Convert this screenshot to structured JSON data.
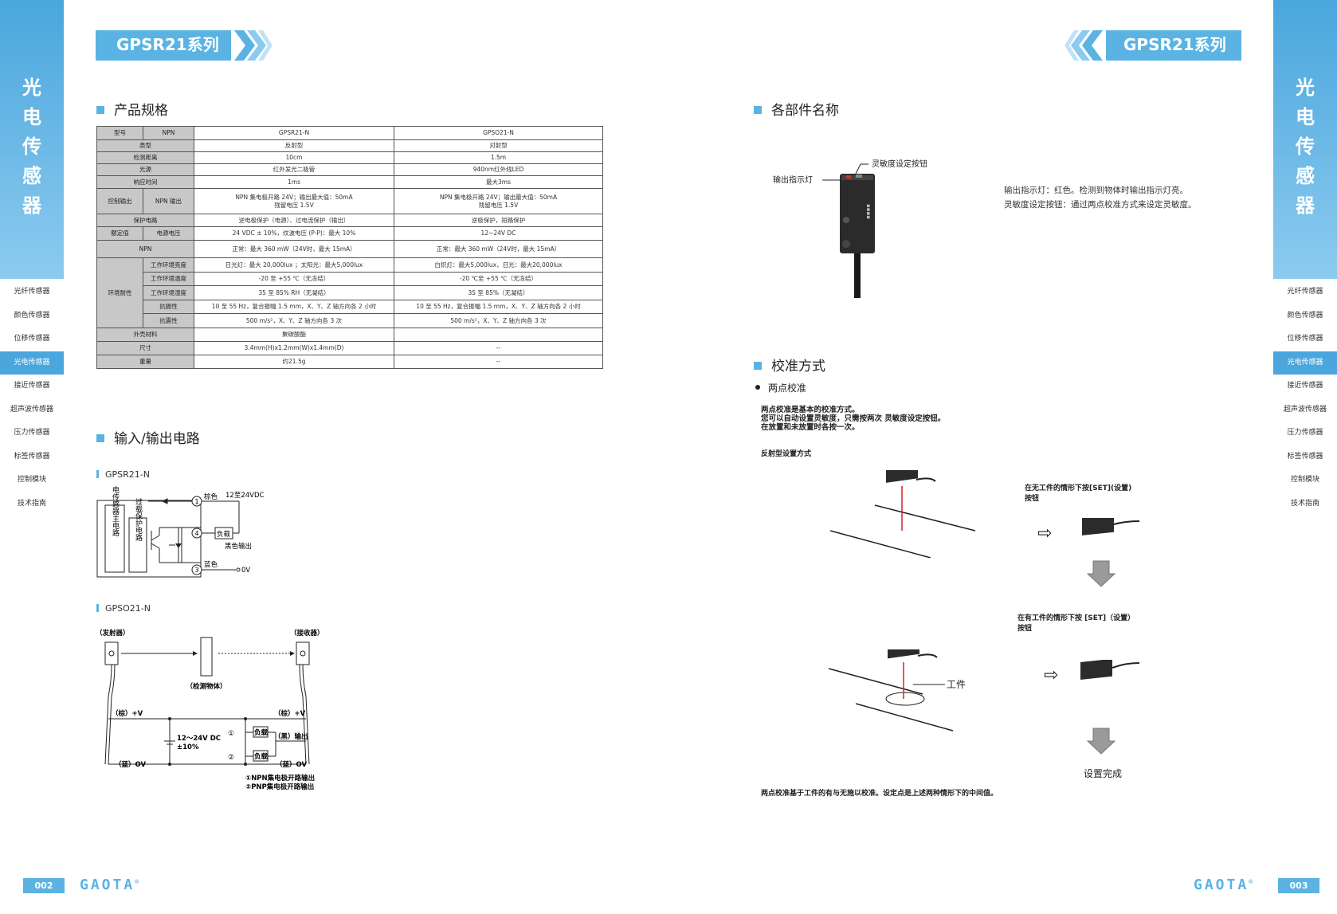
{
  "series_title": "GPSR21系列",
  "sidebar": {
    "title_chars": [
      "光",
      "电",
      "传",
      "感",
      "器"
    ],
    "items": [
      "光纤传感器",
      "颜色传感器",
      "位移传感器",
      "光电传感器",
      "接近传感器",
      "超声波传感器",
      "压力传感器",
      "标签传感器",
      "控制模块",
      "技术指南"
    ],
    "active_index": 3
  },
  "footer": {
    "page_left": "002",
    "page_right": "003",
    "brand": "GAOTA",
    "registered": "®"
  },
  "left": {
    "spec_heading": "产品规格",
    "spec_table": {
      "model_label": "型号",
      "npn_label": "NPN",
      "model_1": "GPSR21-N",
      "model_2": "GPSO21-N",
      "rows": [
        {
          "label": "类型",
          "v1": "反射型",
          "v2": "对射型"
        },
        {
          "label": "检测距离",
          "v1": "10cm",
          "v2": "1.5m"
        },
        {
          "label": "光源",
          "v1": "红外发光二极管",
          "v2": "940nm红外线LED"
        },
        {
          "label": "响应时间",
          "v1": "1ms",
          "v2": "最大3ms"
        }
      ],
      "control_output": {
        "label": "控制输出",
        "sub": "NPN 输出",
        "v1a": "NPN 集电极开路 24V；输出最大值：50mA",
        "v1b": "残留电压  1.5V",
        "v2a": "NPN 集电极开路 24V；输出最大值：50mA",
        "v2b": "残留电压  1.5V"
      },
      "protection": {
        "label": "保护电路",
        "v1": "逆电极保护（电源）、过电流保护（输出）",
        "v2": "逆极保护，短路保护"
      },
      "rated": {
        "label": "额定值",
        "sub": "电源电压",
        "v1": "24 VDC ± 10%，纹波电压 (P-P)：最大 10%",
        "v2": "12~24V DC"
      },
      "npn_row": {
        "label": "NPN",
        "v1": "正常：最大 360 mW（24V时，最大 15mA）",
        "v2": "正常：最大 360 mW（24V时，最大 15mA）"
      },
      "env": {
        "label": "环境耐性",
        "rows": [
          {
            "sub": "工作环境亮度",
            "v1": "日光灯：最大 20,000lux ；太阳光：最大5,000lux",
            "v2": "白炽灯：最大5,000lux，日光：最大20,000lux"
          },
          {
            "sub": "工作环境温度",
            "v1": "-20 至 +55 ℃（无冻结）",
            "v2": "-20 ℃至 +55 ℃（无冻结）"
          },
          {
            "sub": "工作环境湿度",
            "v1": "35 至 85% RH（无凝结）",
            "v2": "35 至 85%（无凝结）"
          },
          {
            "sub": "抗振性",
            "v1": "10 至 55 Hz，复合振幅 1.5 mm，X、Y、Z 轴方向各 2 小时",
            "v2": "10 至 55 Hz，复合振幅 1.5 mm，X、Y、Z 轴方向各 2 小时"
          },
          {
            "sub": "抗震性",
            "v1": "500 m/s²，X、Y、Z 轴方向各 3 次",
            "v2": "500 m/s²，X、Y、Z 轴方向各 3 次"
          }
        ]
      },
      "housing": {
        "label": "外壳材料",
        "v1": "聚碳酸酯",
        "v2": ""
      },
      "size": {
        "label": "尺寸",
        "v1": "3.4mm(H)x1.2mm(W)x1.4mm(D)",
        "v2": "--"
      },
      "weight": {
        "label": "重量",
        "v1": "约21.5g",
        "v2": "--"
      }
    },
    "io_heading": "输入/输出电路",
    "circuit1": {
      "title": "GPSR21-N",
      "inner_label_1": "光电传感器主电路",
      "inner_label_2": "过载保护电路",
      "brown": "棕色",
      "voltage": "12至24VDC",
      "load": "负载",
      "black": "黑色输出",
      "blue": "蓝色",
      "zero": "0V",
      "pin1": "1",
      "pin4": "4",
      "pin3": "3"
    },
    "circuit2": {
      "title": "GPSO21-N",
      "emitter": "（发射器）",
      "receiver": "（接收器）",
      "object": "（检测物体）",
      "brown_l": "（棕）+V",
      "brown_r": "（棕）+V",
      "supply": "12～24V DC",
      "tol": "±10%",
      "load1": "负载",
      "load2": "负载",
      "black_out": "（黑）输出",
      "blue_l": "（蓝）OV",
      "blue_r": "（蓝）OV",
      "mark1": "①",
      "mark2": "②",
      "note1": "①NPN集电极开路输出",
      "note2": "②PNP集电极开路输出"
    }
  },
  "right": {
    "parts_heading": "各部件名称",
    "label_output": "输出指示灯",
    "label_sensitivity": "灵敏度设定按钮",
    "desc_1": "输出指示灯：红色。检测到物体时输出指示灯亮。",
    "desc_2": "灵敏度设定按钮：通过两点校准方式来设定灵敏度。",
    "calib_heading": "校准方式",
    "two_point": "两点校准",
    "para_1": "两点校准是基本的校准方式。",
    "para_2": "您可以自动设置灵敏度，只需按两次 灵敏度设定按钮。",
    "para_3": "在放置和未放置时各按一次。",
    "reflect_mode": "反射型设置方式",
    "step1_a": "在无工件的情形下按[SET](设置)",
    "step1_b": "按钮",
    "step2_a": "在有工件的情形下按 [SET]（设置）",
    "step2_b": "按钮",
    "workpiece": "工件",
    "done": "设置完成",
    "footnote": "两点校准基于工件的有与无施以校准。设定点是上述两种情形下的中间值。"
  }
}
